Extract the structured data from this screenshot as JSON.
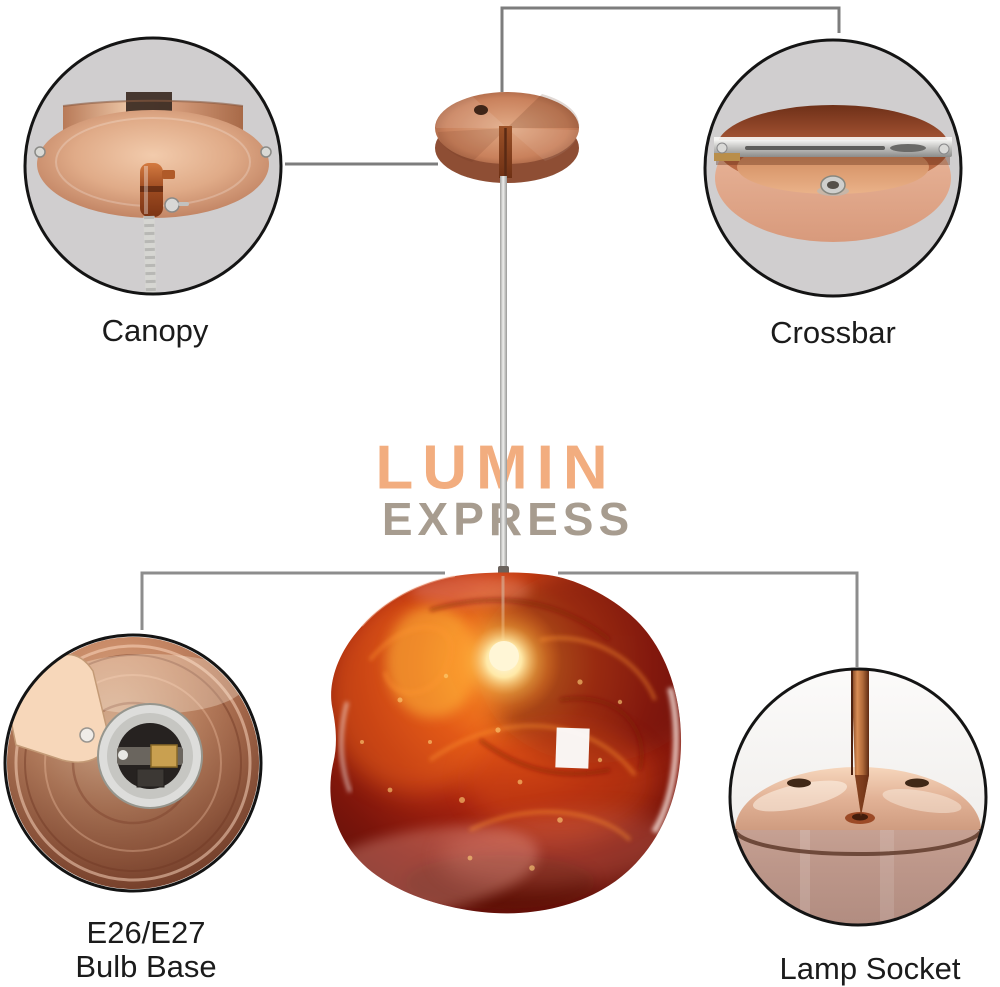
{
  "watermark": {
    "line1": "LUMIN",
    "line2": "EXPRESS",
    "line1_color": "#f2a979",
    "line2_color": "#a3978a"
  },
  "callouts": {
    "canopy": {
      "label": "Canopy"
    },
    "crossbar": {
      "label": "Crossbar"
    },
    "bulb_base": {
      "label_line1": "E26/E27",
      "label_line2": "Bulb Base"
    },
    "lamp_socket": {
      "label": "Lamp Socket"
    }
  },
  "colors": {
    "background": "#ffffff",
    "circle_background": "#d0cecf",
    "circle_border": "#141414",
    "connector_line": "#808080",
    "label_text": "#1b1b1b",
    "copper": "#d89f7f",
    "copper_dark": "#8e5038",
    "pendant_red": "#a62310",
    "cord_silver": "#ececea"
  }
}
